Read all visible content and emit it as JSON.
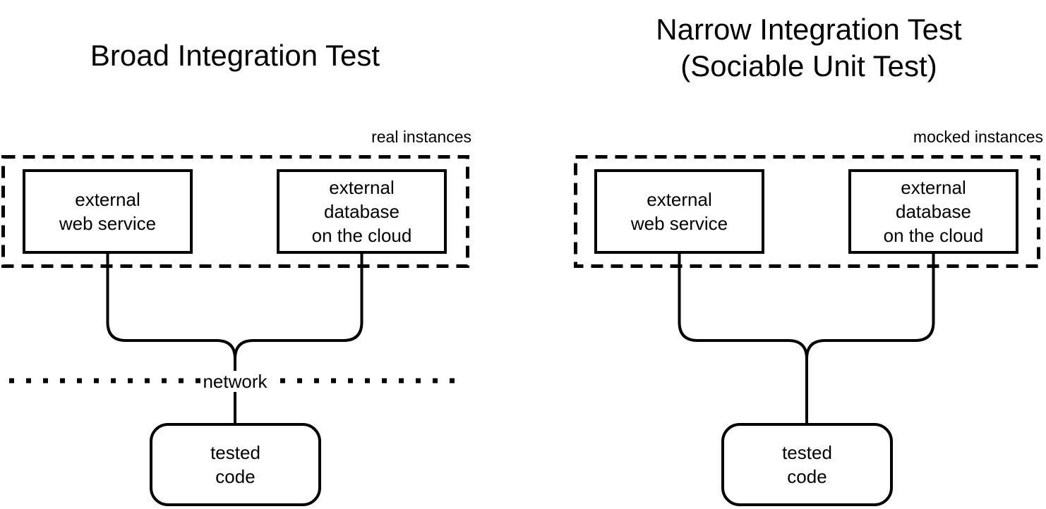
{
  "colors": {
    "ink": "#000000",
    "background": "#ffffff"
  },
  "broad": {
    "title": "Broad Integration Test",
    "instances_label": "real instances",
    "external_web_service": "external\nweb service",
    "external_database": "external\ndatabase\non the cloud",
    "network_label": "network",
    "tested_code": "tested\ncode"
  },
  "narrow": {
    "title": "Narrow Integration Test\n(Sociable Unit Test)",
    "instances_label": "mocked instances",
    "external_web_service": "external\nweb service",
    "external_database": "external\ndatabase\non the cloud",
    "tested_code": "tested\ncode"
  }
}
